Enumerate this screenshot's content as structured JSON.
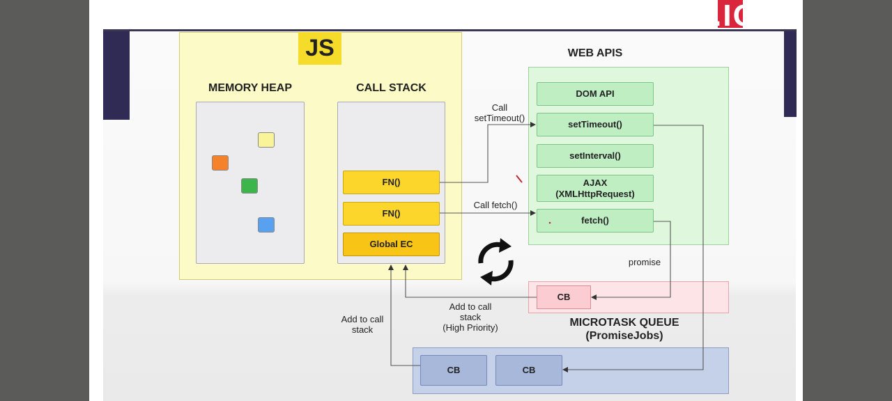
{
  "watermark": "ED.IO",
  "js_engine": {
    "logo": "JS",
    "memory_heap_title": "MEMORY HEAP",
    "call_stack_title": "CALL STACK"
  },
  "call_stack": {
    "frames": [
      "FN()",
      "FN()",
      "Global EC"
    ]
  },
  "memory_heap": {
    "block_colors": [
      "#f9f39a",
      "#f5812a",
      "#3cb54a",
      "#58a0f0"
    ]
  },
  "web_apis": {
    "title": "WEB APIS",
    "items": [
      "DOM API",
      "setTimeout()",
      "setInterval()",
      "AJAX",
      "(XMLHttpRequest)",
      "fetch()"
    ]
  },
  "arrows": {
    "call_settimeout_1": "Call",
    "call_settimeout_2": "setTimeout()",
    "call_fetch": "Call fetch()",
    "promise": "promise",
    "add_high_1": "Add to call",
    "add_high_2": "stack",
    "add_high_3": "(High Priority)",
    "add_1": "Add to call",
    "add_2": "stack"
  },
  "microtask_queue": {
    "title_1": "MICROTASK QUEUE",
    "title_2": "(PromiseJobs)",
    "item": "CB"
  },
  "callback_queue": {
    "items": [
      "CB",
      "CB"
    ]
  }
}
